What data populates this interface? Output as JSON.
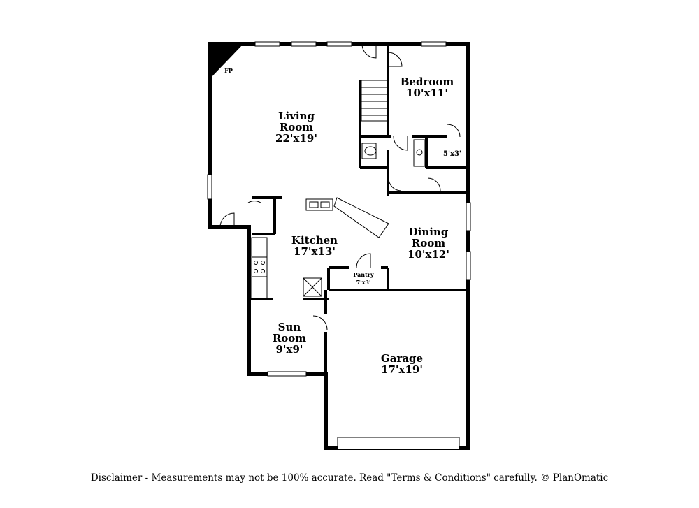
{
  "rooms": {
    "living": {
      "name_line1": "Living",
      "name_line2": "Room",
      "size": "22'x19'"
    },
    "bedroom": {
      "name": "Bedroom",
      "size": "10'x11'"
    },
    "closet": {
      "size": "5'x3'"
    },
    "kitchen": {
      "name": "Kitchen",
      "size": "17'x13'"
    },
    "dining": {
      "name_line1": "Dining",
      "name_line2": "Room",
      "size": "10'x12'"
    },
    "pantry": {
      "name": "Pantry",
      "size": "7'x3'"
    },
    "sun_room": {
      "name_line1": "Sun",
      "name_line2": "Room",
      "size": "9'x9'"
    },
    "garage": {
      "name": "Garage",
      "size": "17'x19'"
    }
  },
  "fireplace_label": "FP",
  "disclaimer": "Disclaimer - Measurements may not be 100% accurate. Read \"Terms & Conditions\" carefully. © PlanOmatic"
}
